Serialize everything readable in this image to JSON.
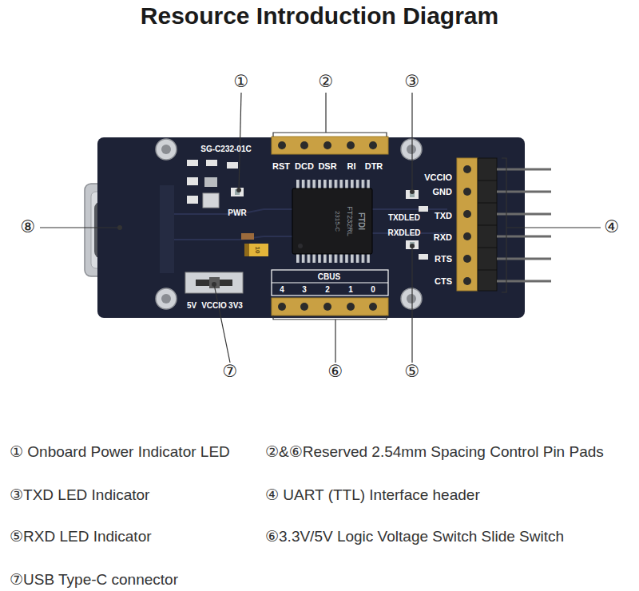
{
  "diagram": {
    "title": "Resource Introduction Diagram",
    "labels": [
      "①",
      "②",
      "③",
      "④",
      "⑤",
      "⑥",
      "⑦",
      "⑧",
      "SG-C232-01C",
      "RST",
      "DCD",
      "DSR",
      "RI",
      "DTR",
      "VCCIO",
      "GND",
      "TXD",
      "RXD",
      "RTS",
      "CTS",
      "TXDLED",
      "RXDLED",
      "PWR",
      "CBUS",
      "4",
      "3",
      "2",
      "1",
      "0",
      "5V",
      "VCCIO",
      "3V3",
      "FTDI",
      "FT232RL",
      "2315-C",
      "10",
      "① Onboard Power Indicator LED",
      "②&⑥Reserved 2.54mm Spacing Control Pin Pads",
      "③TXD LED Indicator",
      "④ UART (TTL) Interface header",
      "⑤RXD LED Indicator",
      "⑥3.3V/5V Logic Voltage Switch Slide Switch",
      "⑦USB Type-C connector"
    ]
  }
}
